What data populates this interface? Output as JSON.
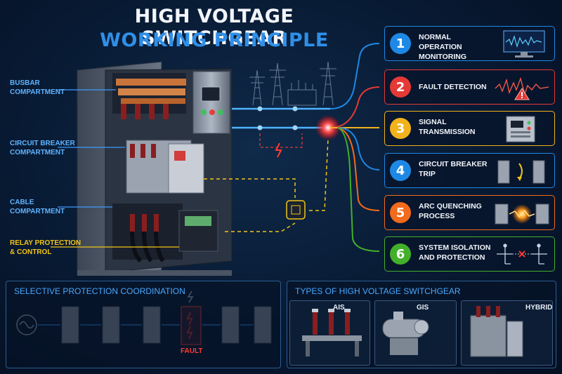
{
  "title": {
    "line1": "HIGH VOLTAGE SWITCHGEAR",
    "line2": "WORKING PRINCIPLE"
  },
  "cabinet": {
    "labels": [
      {
        "line1": "BUSBAR",
        "line2": "COMPARTMENT"
      },
      {
        "line1": "CIRCUIT BREAKER",
        "line2": "COMPARTMENT"
      },
      {
        "line1": "CABLE",
        "line2": "COMPARTMENT"
      },
      {
        "line1": "RELAY PROTECTION",
        "line2": "& CONTROL"
      }
    ]
  },
  "steps": [
    {
      "number": "1",
      "line1": "NORMAL OPERATION",
      "line2": "MONITORING",
      "color": "#1e88e5",
      "icon": "monitor-waveform-icon"
    },
    {
      "number": "2",
      "line1": "FAULT DETECTION",
      "line2": "",
      "color": "#e53935",
      "icon": "fault-waveform-warning-icon"
    },
    {
      "number": "3",
      "line1": "SIGNAL",
      "line2": "TRANSMISSION",
      "color": "#f2b21b",
      "icon": "relay-device-icon"
    },
    {
      "number": "4",
      "line1": "CIRCUIT BREAKER",
      "line2": "TRIP",
      "color": "#1e88e5",
      "icon": "breaker-trip-icon"
    },
    {
      "number": "5",
      "line1": "ARC QUENCHING",
      "line2": "PROCESS",
      "color": "#f26a1b",
      "icon": "arc-quench-icon"
    },
    {
      "number": "6",
      "line1": "SYSTEM ISOLATION",
      "line2": "AND PROTECTION",
      "color": "#43b02a",
      "icon": "isolation-diagram-icon"
    }
  ],
  "selective": {
    "heading": "SELECTIVE PROTECTION COORDINATION",
    "fault_label": "FAULT"
  },
  "types": {
    "heading": "TYPES OF HIGH VOLTAGE SWITCHGEAR",
    "items": [
      {
        "label": "AIS"
      },
      {
        "label": "GIS"
      },
      {
        "label": "HYBRID"
      }
    ]
  }
}
